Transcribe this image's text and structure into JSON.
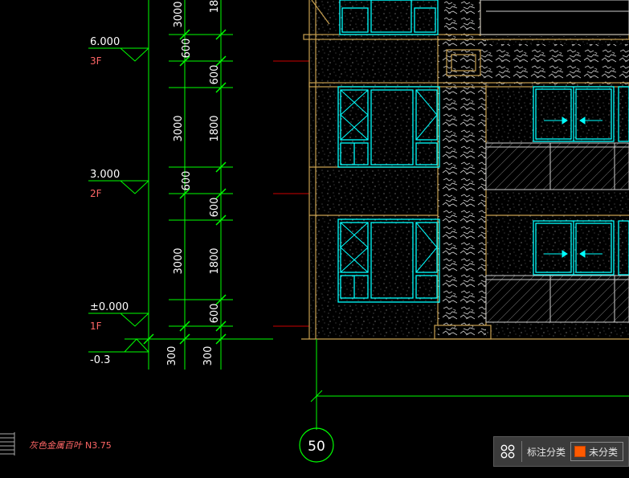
{
  "elevations": [
    {
      "value": "6.000",
      "floor": "3F"
    },
    {
      "value": "3.000",
      "floor": "2F"
    },
    {
      "value": "±0.000",
      "floor": "1F"
    }
  ],
  "ground_level": "-0.3",
  "vertical_dims_inner": [
    "3000",
    "3000",
    "3000"
  ],
  "vertical_dims_outer": [
    "18",
    "600",
    "600",
    "1800",
    "600",
    "600",
    "1800",
    "600"
  ],
  "horizontal_dims": [
    "300",
    "300"
  ],
  "axis_label": "50",
  "note_text": "灰色金属百叶",
  "note_code": "N3.75",
  "panel": {
    "label": "标注分类",
    "button": "未分类"
  },
  "colors": {
    "dimension": "#00ff00",
    "floor_label": "#ff6666",
    "elevation_text": "#ffffff",
    "window": "#00ffff",
    "wall_outline": "#c8a050",
    "level_line": "#cc0000",
    "note": "#ff6666"
  }
}
